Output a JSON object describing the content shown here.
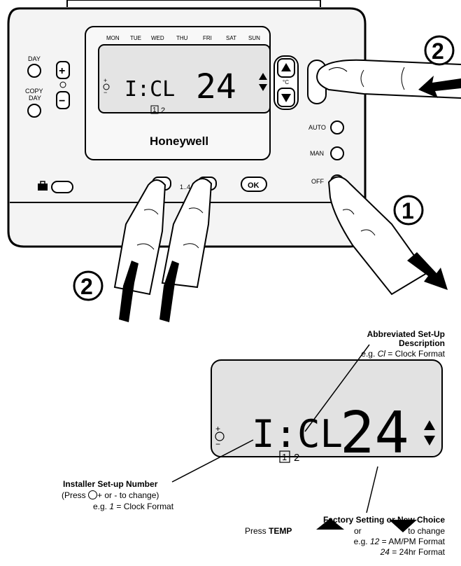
{
  "device": {
    "brand": "Honeywell",
    "days": [
      "MON",
      "TUE",
      "WED",
      "THU",
      "FRI",
      "SAT",
      "SUN"
    ],
    "buttons": {
      "day": "DAY",
      "copy_day": "COPY\nDAY",
      "auto": "AUTO",
      "man": "MAN",
      "off": "OFF",
      "ok": "OK",
      "range": "1..4",
      "plus": "+",
      "minus": "−"
    },
    "display": {
      "code": "I:CL",
      "value": "24",
      "page_box": "1",
      "page_next": "2"
    }
  },
  "steps": {
    "step1": "1",
    "step2_right": "2",
    "step2_left": "2"
  },
  "annotations": {
    "abbrev_title_1": "Abbreviated Set-Up",
    "abbrev_title_2": "Description",
    "abbrev_example_prefix": "e.g. ",
    "abbrev_example_code": "Cl",
    "abbrev_example_rest": " = Clock Format",
    "installer_title": "Installer Set-up Number",
    "installer_press_a": "(Press ",
    "installer_press_b": "+ or - to change)",
    "installer_example_prefix": "e.g. ",
    "installer_example_code": "1",
    "installer_example_rest": " = Clock Format",
    "factory_title": "Factory Setting or New Choice",
    "factory_press": "Press ",
    "factory_temp": "TEMP",
    "factory_or": "or",
    "factory_change": "to change",
    "factory_ex1_prefix": "e.g. ",
    "factory_ex1_code": "12",
    "factory_ex1_rest": " = AM/PM Format",
    "factory_ex2_code": "24",
    "factory_ex2_rest": " = 24hr Format"
  },
  "colors": {
    "ink": "#000000",
    "lcd": "#e6e6e6",
    "body": "#f2f2f2"
  }
}
